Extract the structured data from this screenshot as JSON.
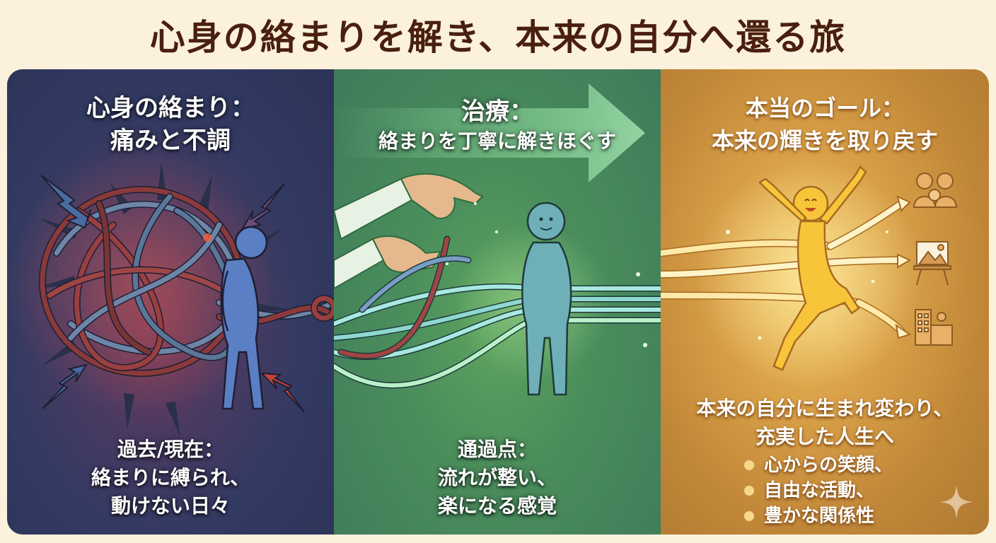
{
  "title": "心身の絡まりを解き、本来の自分へ還る旅",
  "colors": {
    "background": "#fbf1dc",
    "title": "#4a1f10",
    "panel_past": "#323a62",
    "panel_treatment": "#4b8e5c",
    "panel_goal": "#c08638",
    "bullet_dot": "#f6d88a"
  },
  "panels": [
    {
      "id": "past",
      "heading": [
        "心身の絡まり：",
        "痛みと不調"
      ],
      "illustration": "tangled-ball-with-hunched-figure",
      "caption": [
        "過去/現在：",
        "絡まりに縛られ、",
        "動けない日々"
      ]
    },
    {
      "id": "treatment",
      "heading": [
        "治療：",
        "絡まりを丁寧に解きほぐす"
      ],
      "illustration": "hands-untangling-strands-calm-figure",
      "caption": [
        "通過点：",
        "流れが整い、",
        "楽になる感覚"
      ]
    },
    {
      "id": "goal",
      "heading": [
        "本当のゴール：",
        "本来の輝きを取り戻す"
      ],
      "illustration": "joyful-jumping-figure-with-arrows",
      "icons": [
        "family-icon",
        "easel-painting-icon",
        "office-building-desk-icon"
      ],
      "caption": [
        "本来の自分に生まれ変わり、",
        "充実した人生へ"
      ],
      "bullets": [
        "心からの笑顔、",
        "自由な活動、",
        "豊かな関係性"
      ]
    }
  ]
}
